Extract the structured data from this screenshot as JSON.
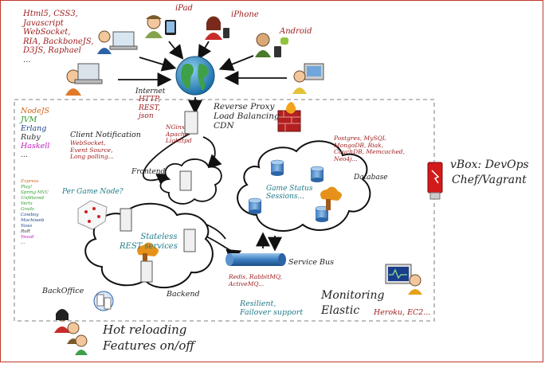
{
  "top_left_tech": [
    "Html5, CSS3,",
    "Javascript",
    "WebSocket,",
    "RIA, BackboneJS,",
    "D3JS, Raphael",
    "..."
  ],
  "devices": {
    "ipad": "iPad",
    "iphone": "iPhone",
    "android": "Android"
  },
  "internet_protocols": [
    "Internet",
    "HTTP,",
    "REST,",
    "json"
  ],
  "reverse_proxy": [
    "Reverse Proxy",
    "Load Balancing",
    "CDN"
  ],
  "web_servers": [
    "NGinx",
    "Apache",
    "Lighttpd"
  ],
  "frontend_label": "Frontend",
  "client_notification": {
    "title": "Client Notification",
    "items": [
      "WebSocket,",
      "Event Source,",
      "Long polling..."
    ]
  },
  "languages": [
    {
      "text": "NodeJS",
      "color": "#d0621a"
    },
    {
      "text": "JVM",
      "color": "#2a9a2a"
    },
    {
      "text": "Erlang",
      "color": "#1a3e8a"
    },
    {
      "text": "Ruby",
      "color": "#333333"
    },
    {
      "text": "Haskell",
      "color": "#c020c0"
    },
    {
      "text": "...",
      "color": "#333333"
    }
  ],
  "frameworks": [
    {
      "text": "Express",
      "color": "#d0621a"
    },
    {
      "text": "Play!",
      "color": "#2a9a2a"
    },
    {
      "text": "Spring MVC",
      "color": "#2a9a2a"
    },
    {
      "text": "Unfiltered",
      "color": "#2a9a2a"
    },
    {
      "text": "Vertx",
      "color": "#2a9a2a"
    },
    {
      "text": "Grails",
      "color": "#2a9a2a"
    },
    {
      "text": "Cowboy",
      "color": "#1a3e8a"
    },
    {
      "text": "Mochiweb",
      "color": "#1a3e8a"
    },
    {
      "text": "Yaws",
      "color": "#1a3e8a"
    },
    {
      "text": "RoR",
      "color": "#333333"
    },
    {
      "text": "Yesod",
      "color": "#c020c0"
    },
    {
      "text": "...",
      "color": "#333333"
    }
  ],
  "per_game_node": "Per Game Node?",
  "stateless": [
    "Stateless",
    "REST services"
  ],
  "backend_label": "Backend",
  "database_tech": [
    "Postgres, MySQL",
    "MongoDB, Riak,",
    "CouchDB, Memcached,",
    "Neo4j..."
  ],
  "database_label": "Database",
  "game_status": [
    "Game Status",
    "Sessions..."
  ],
  "service_bus": "Service Bus",
  "mq_list": [
    "Redis, RabbitMQ,",
    "ActiveMQ..."
  ],
  "resilient": [
    "Resilient,",
    "Failover support"
  ],
  "monitoring": [
    "Monitoring",
    "Elastic"
  ],
  "cloud_providers": "Heroku, EC2...",
  "vbox": [
    "vBox: DevOps",
    "Chef/Vagrant"
  ],
  "backoffice": "BackOffice",
  "hot_reloading": [
    "Hot reloading",
    "Features on/off"
  ],
  "colors": {
    "frame": "#c0392b",
    "dark_red": "#9e1a1a",
    "blue": "#1a3e8a",
    "teal": "#1f7a88"
  }
}
